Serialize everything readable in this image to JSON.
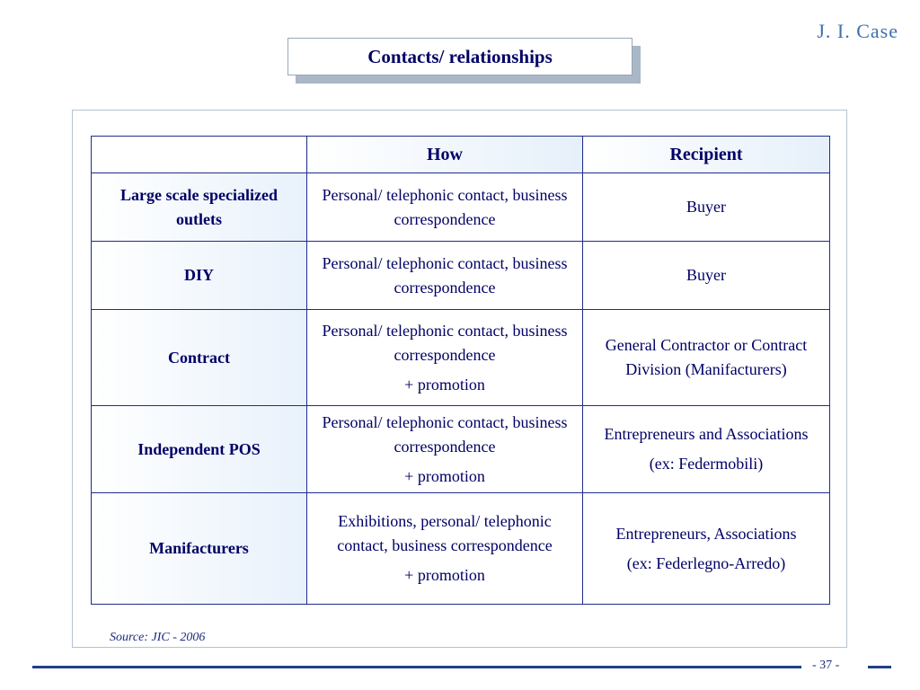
{
  "logo": "J. I. Case",
  "title": "Contacts/ relationships",
  "table": {
    "headers": [
      "",
      "How",
      "Recipient"
    ],
    "rows": [
      {
        "label": "Large scale specialized outlets",
        "how": "Personal/ telephonic contact, business correspondence",
        "how_extra": "",
        "recipient": "Buyer",
        "recipient_extra": ""
      },
      {
        "label": "DIY",
        "how": "Personal/ telephonic contact, business correspondence",
        "how_extra": "",
        "recipient": "Buyer",
        "recipient_extra": ""
      },
      {
        "label": "Contract",
        "how": "Personal/ telephonic contact, business correspondence",
        "how_extra": "+ promotion",
        "recipient": "General Contractor or Contract Division (Manifacturers)",
        "recipient_extra": ""
      },
      {
        "label": "Independent POS",
        "how": "Personal/ telephonic contact, business correspondence",
        "how_extra": "+ promotion",
        "recipient": "Entrepreneurs and Associations",
        "recipient_extra": "(ex: Federmobili)"
      },
      {
        "label": "Manifacturers",
        "how": "Exhibitions, personal/ telephonic contact, business correspondence",
        "how_extra": "+ promotion",
        "recipient": "Entrepreneurs, Associations",
        "recipient_extra": "(ex: Federlegno-Arredo)"
      }
    ]
  },
  "source": "Source: JIC - 2006",
  "page_number": "- 37 -",
  "colors": {
    "text": "#000066",
    "border": "#1f2d8a",
    "accent": "#1f3f88"
  }
}
